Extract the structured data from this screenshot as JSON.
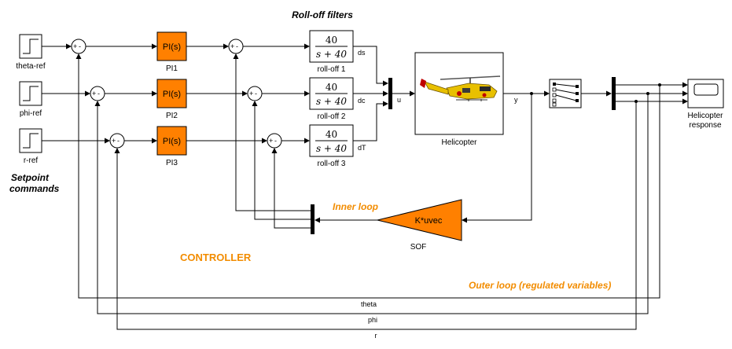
{
  "annotations": {
    "rolloff_title": "Roll-off filters",
    "setpoint_line1": "Setpoint",
    "setpoint_line2": "commands",
    "inner_loop": "Inner loop",
    "outer_loop": "Outer loop (regulated variables)",
    "controller": "CONTROLLER"
  },
  "sources": [
    {
      "label": "theta-ref"
    },
    {
      "label": "phi-ref"
    },
    {
      "label": "r-ref"
    }
  ],
  "pi_blocks": [
    {
      "text": "PI(s)",
      "label": "PI1"
    },
    {
      "text": "PI(s)",
      "label": "PI2"
    },
    {
      "text": "PI(s)",
      "label": "PI3"
    }
  ],
  "rolloff_blocks": [
    {
      "num": "40",
      "den": "s + 40",
      "label": "roll-off 1",
      "out_signal": "ds"
    },
    {
      "num": "40",
      "den": "s + 40",
      "label": "roll-off 2",
      "out_signal": "dc"
    },
    {
      "num": "40",
      "den": "s + 40",
      "label": "roll-off 3",
      "out_signal": "dT"
    }
  ],
  "sum_signs": {
    "plus": "+",
    "minus": "-"
  },
  "plant": {
    "label": "Helicopter",
    "input_signal": "u",
    "output_signal": "y"
  },
  "scope": {
    "label_line1": "Helicopter",
    "label_line2": "response"
  },
  "sof": {
    "text": "K*uvec",
    "label": "SOF"
  },
  "feedback_signals": [
    "theta",
    "phi",
    "r"
  ],
  "colors": {
    "orange_block": "#FF8000",
    "orange_text": "#F28C00",
    "helicopter_body": "#E8C000"
  }
}
